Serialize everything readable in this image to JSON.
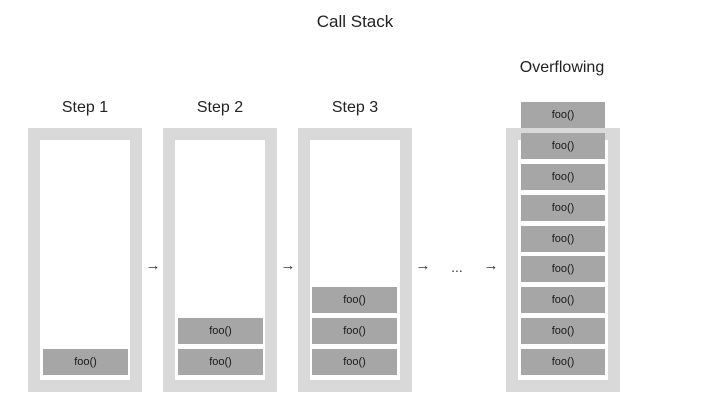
{
  "title": "Call Stack",
  "colors": {
    "container": "#d9d9d9",
    "frame": "#a6a6a6",
    "inner": "#ffffff"
  },
  "arrow_glyph": "→",
  "ellipsis": "...",
  "steps": [
    {
      "label": "Step 1",
      "frames": [
        "foo()"
      ]
    },
    {
      "label": "Step 2",
      "frames": [
        "foo()",
        "foo()"
      ]
    },
    {
      "label": "Step 3",
      "frames": [
        "foo()",
        "foo()",
        "foo()"
      ]
    },
    {
      "label": "Overflowing",
      "frames": [
        "foo()",
        "foo()",
        "foo()",
        "foo()",
        "foo()",
        "foo()",
        "foo()",
        "foo()",
        "foo()"
      ]
    }
  ]
}
